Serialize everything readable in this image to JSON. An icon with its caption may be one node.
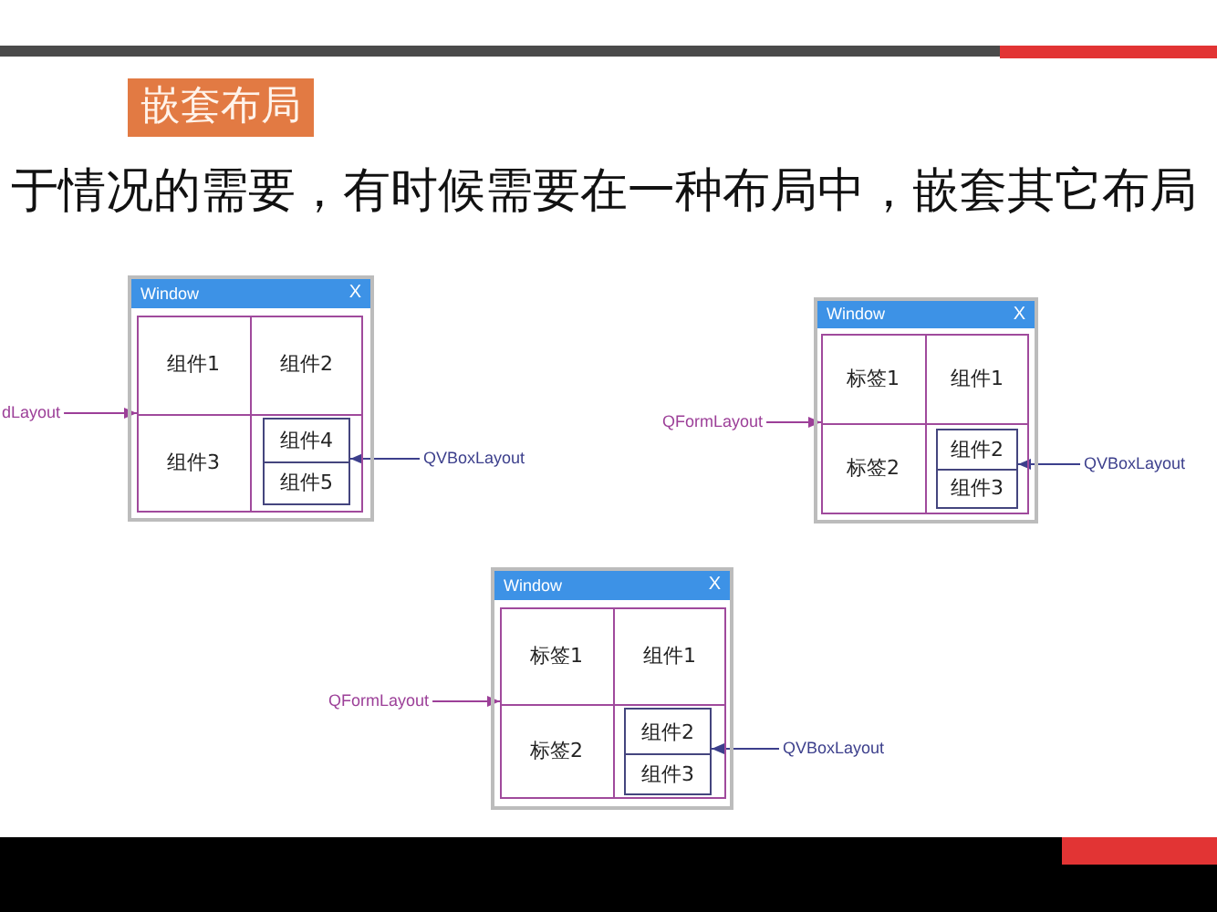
{
  "diagram": {
    "title": "嵌套布局",
    "nodes": [
      {
        "text": [
          "Window",
          "X"
        ]
      },
      {
        "text": [],
        "shape": "box",
        "in": 0
      },
      {
        "text": [
          "组件1"
        ],
        "in": 1
      },
      {
        "text": [
          "组件2"
        ],
        "in": 1
      },
      {
        "text": [
          "组件3"
        ],
        "in": 1
      },
      {
        "text": [],
        "shape": "box",
        "in": 1
      },
      {
        "text": [
          "组件4"
        ],
        "in": 5
      },
      {
        "text": [
          "组件5"
        ],
        "in": 5
      },
      {
        "text": [
          "dLayout"
        ]
      },
      {
        "text": [
          "QVBoxLayout"
        ]
      },
      {
        "text": [
          "Window",
          "X"
        ]
      },
      {
        "text": [],
        "shape": "box",
        "in": 10
      },
      {
        "text": [
          "标签1"
        ],
        "in": 11
      },
      {
        "text": [
          "组件1"
        ],
        "in": 11
      },
      {
        "text": [
          "标签2"
        ],
        "in": 11
      },
      {
        "text": [],
        "shape": "box",
        "in": 11
      },
      {
        "text": [
          "组件2"
        ],
        "in": 15
      },
      {
        "text": [
          "组件3"
        ],
        "in": 15
      },
      {
        "text": [
          "QFormLayout"
        ]
      },
      {
        "text": [
          "QVBoxLayout"
        ]
      },
      {
        "text": [
          "Window",
          "X"
        ]
      },
      {
        "text": [],
        "shape": "box",
        "in": 20
      },
      {
        "text": [
          "标签1"
        ],
        "in": 21
      },
      {
        "text": [
          "组件1"
        ],
        "in": 21
      },
      {
        "text": [
          "标签2"
        ],
        "in": 21
      },
      {
        "text": [],
        "shape": "box",
        "in": 21
      },
      {
        "text": [
          "组件2"
        ],
        "in": 25
      },
      {
        "text": [
          "组件3"
        ],
        "in": 25
      },
      {
        "text": [
          "QFormLayout"
        ]
      },
      {
        "text": [
          "QVBoxLayout"
        ]
      }
    ],
    "edges": [
      {
        "from": 8,
        "to": 1,
        "arrow": "to",
        "color": "#9c3f98"
      },
      {
        "from": 9,
        "to": 5,
        "arrow": "to",
        "color": "#3c3f8c"
      },
      {
        "from": 18,
        "to": 11,
        "arrow": "to",
        "color": "#9c3f98"
      },
      {
        "from": 19,
        "to": 15,
        "arrow": "to",
        "color": "#3c3f8c"
      },
      {
        "from": 28,
        "to": 21,
        "arrow": "to",
        "color": "#9c3f98"
      },
      {
        "from": 29,
        "to": 25,
        "arrow": "to",
        "color": "#3c3f8c"
      }
    ],
    "labels": [
      "于情况的需要，有时候需要在一种布局中，嵌套其它布局"
    ]
  }
}
